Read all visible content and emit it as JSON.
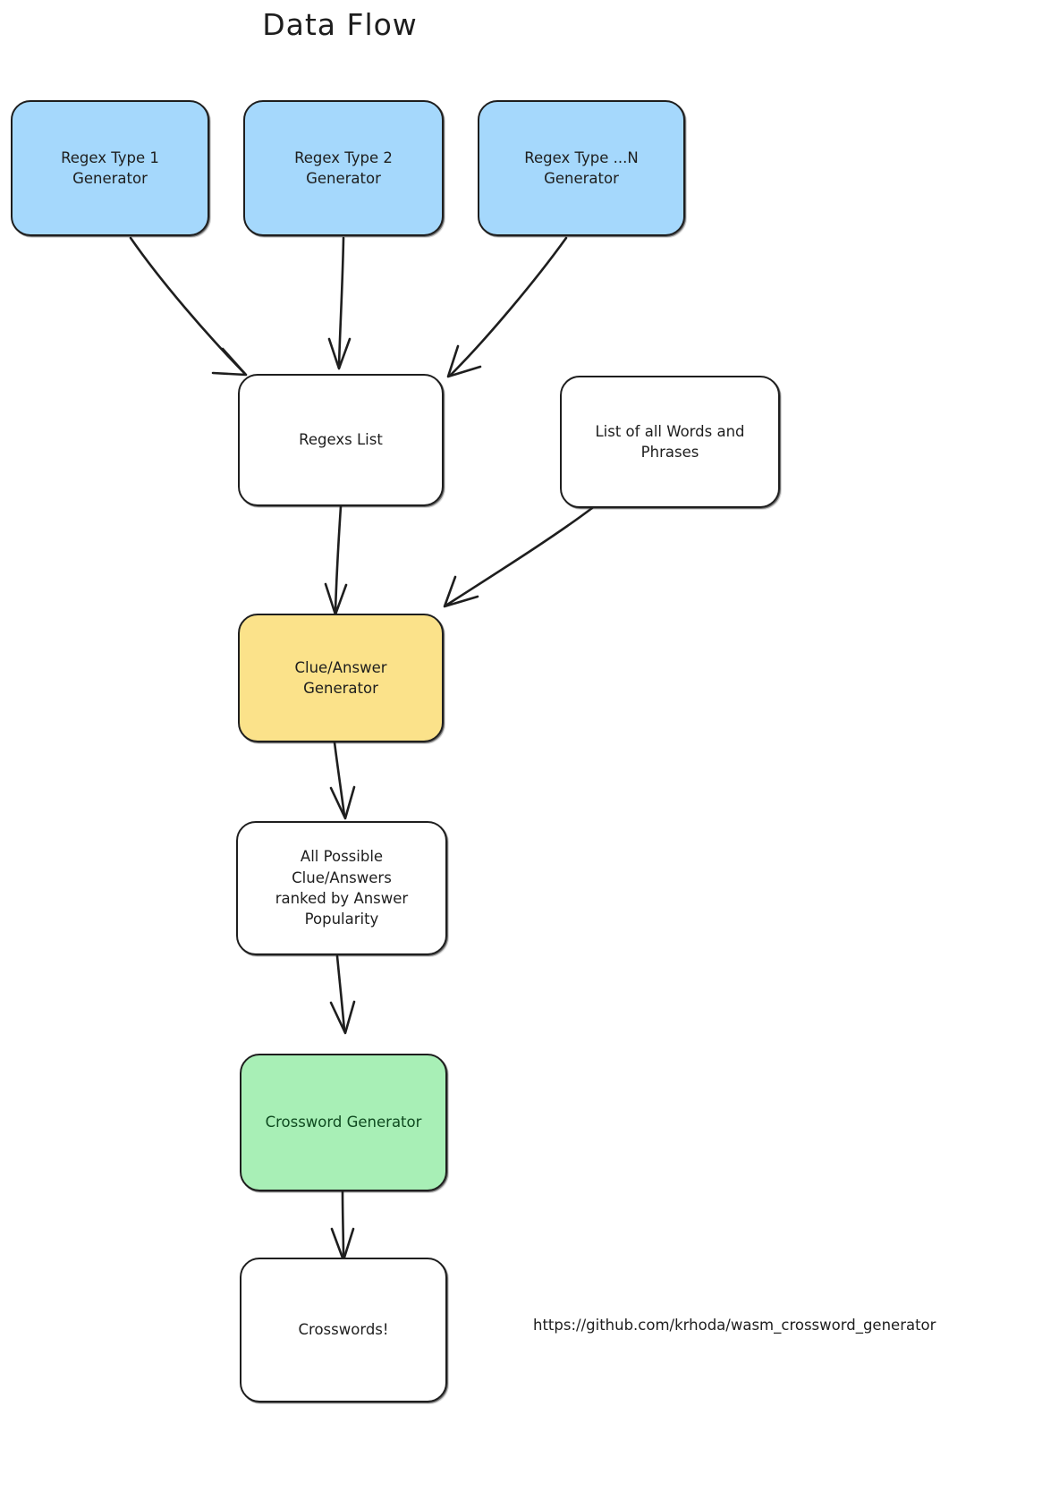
{
  "diagram": {
    "title": "Data Flow",
    "type": "flowchart",
    "direction": "top-to-bottom",
    "background": "#ffffff",
    "stroke": "#1e1e1e",
    "style": "hand-drawn"
  },
  "colors": {
    "blue_fill": "#a5d8fc",
    "yellow_fill": "#fbe28a",
    "green_fill": "#a8efb6",
    "white_fill": "#ffffff",
    "stroke": "#1e1e1e",
    "green_text": "#0f4a20"
  },
  "nodes": [
    {
      "id": "regex1",
      "label": "Regex Type 1\nGenerator",
      "fill": "blue"
    },
    {
      "id": "regex2",
      "label": "Regex Type 2\nGenerator",
      "fill": "blue"
    },
    {
      "id": "regexn",
      "label": "Regex Type ...N\nGenerator",
      "fill": "blue"
    },
    {
      "id": "regexlist",
      "label": "Regexs List",
      "fill": "white"
    },
    {
      "id": "wordlist",
      "label": "List of all Words and\nPhrases",
      "fill": "white"
    },
    {
      "id": "cluegen",
      "label": "Clue/Answer\nGenerator",
      "fill": "yellow"
    },
    {
      "id": "allclues",
      "label": "All Possible\nClue/Answers\nranked by Answer\nPopularity",
      "fill": "white"
    },
    {
      "id": "cwgen",
      "label": "Crossword Generator",
      "fill": "green"
    },
    {
      "id": "crosswords",
      "label": "Crosswords!",
      "fill": "white"
    }
  ],
  "edges": [
    {
      "from": "regex1",
      "to": "regexlist"
    },
    {
      "from": "regex2",
      "to": "regexlist"
    },
    {
      "from": "regexn",
      "to": "regexlist"
    },
    {
      "from": "regexlist",
      "to": "cluegen"
    },
    {
      "from": "wordlist",
      "to": "cluegen"
    },
    {
      "from": "cluegen",
      "to": "allclues"
    },
    {
      "from": "allclues",
      "to": "cwgen"
    },
    {
      "from": "cwgen",
      "to": "crosswords"
    }
  ],
  "footer": {
    "url": "https://github.com/krhoda/wasm_crossword_generator"
  }
}
